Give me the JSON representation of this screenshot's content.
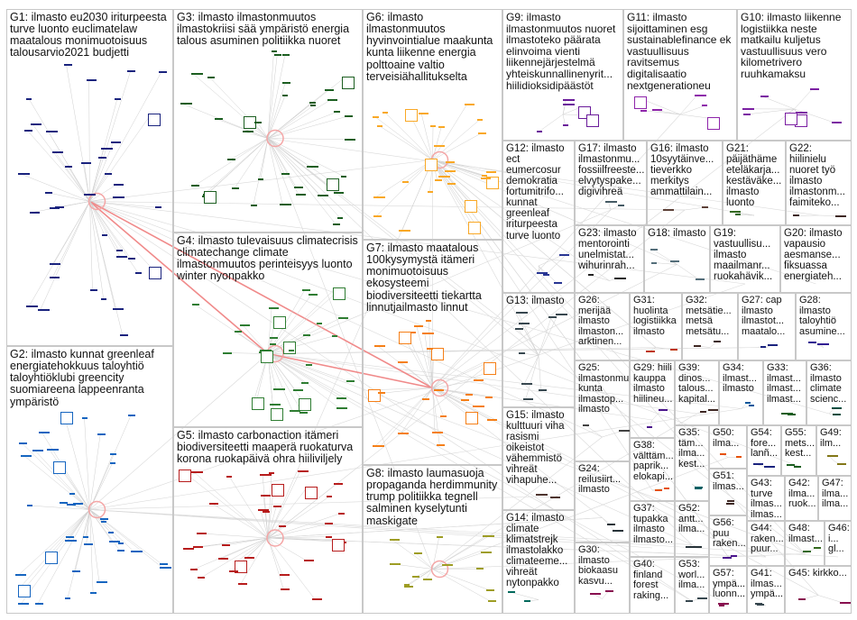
{
  "graph": {
    "groups": [
      {
        "id": "G1",
        "label": "G1: ilmasto eu2030 iriturpeesta turve luonto euclimatelaw maatalous monimuotoisuus talousarvio2021 budjetti",
        "color": "#1a237e"
      },
      {
        "id": "G2",
        "label": "G2: ilmasto kunnat greenleaf energiatehokkuus taloyhtiö taloyhtiöklubi greencity suomiareena lappeenranta ympäristö",
        "color": "#1565c0"
      },
      {
        "id": "G3",
        "label": "G3: ilmasto ilmastonmuutos ilmastokriisi sää ympäristö energia talous asuminen politiikka nuoret",
        "color": "#1b5e20"
      },
      {
        "id": "G4",
        "label": "G4: ilmasto tulevaisuus climatecrisis climatechange climate ilmastonmuutos perinteisyys luonto winter nyonpakko",
        "color": "#2e7d32"
      },
      {
        "id": "G5",
        "label": "G5: ilmasto carbonaction itämeri biodiversiteetti maaperä ruokaturva korona ruokapäivä ohra hiilivilje​ly",
        "color": "#b71c1c"
      },
      {
        "id": "G6",
        "label": "G6: ilmasto ilmastonmuutos hyvinvointialue maakunta kunta liikenne energia polttoaine valtio terveisiähallitukselta",
        "color": "#f9a825"
      },
      {
        "id": "G7",
        "label": "G7: ilmasto maatalous 100kysymystä itämeri monimuotoisuus ekosysteemi biodiversiteetti tiekartta linnutjailmasto linnut",
        "color": "#f57f17"
      },
      {
        "id": "G8",
        "label": "G8: ilmasto laumasuoja propaganda herdimmunity trump politiikka tegnell salminen kyselytunti maskigate",
        "color": "#9e9d24"
      },
      {
        "id": "G9",
        "label": "G9: ilmasto ilmastonmuutos nuoret ilmastoteko päärata elinvoima vienti liikennejärjestelmä yhteiskunnallinenyrit... hiilidioksidipäästöt",
        "color": "#6a1b9a"
      },
      {
        "id": "G10",
        "label": "G10: ilmasto liikenne logistiikka neste matkailu kuljetus vastuullisuus vero kilometrivero ruuhkamaksu",
        "color": "#7b1fa2"
      },
      {
        "id": "G11",
        "label": "G11: ilmasto sijoittaminen esg sustainablefinance ek vastuullisuus ravitsemus digitalisaatio nextgenerationeu",
        "color": "#8e24aa"
      },
      {
        "id": "G12",
        "label": "G12: ilmasto ect eumercosur demokratia fortumitrifo... kunnat greenleaf iriturpeesta turve luonto",
        "color": "#283593"
      },
      {
        "id": "G13",
        "label": "G13: ilmasto",
        "color": "#37474f"
      },
      {
        "id": "G14",
        "label": "G14: ilmasto climate klimatstrejk ilmastolakko climateeme... vihreät nytonpakko",
        "color": "#00695c"
      },
      {
        "id": "G15",
        "label": "G15: ilmasto kulttuuri viha rasismi oikeistot vähemmistö vihreät vihapuhe...",
        "color": "#4e342e"
      },
      {
        "id": "G16",
        "label": "G16: ilmasto 10syytäinve... tieverkko merkitys ammattilain...",
        "color": "#5d4037"
      },
      {
        "id": "G17",
        "label": "G17: ilmasto ilmastonmu... fossiilfreeste... elvytyspake... digivihreä",
        "color": "#455a64"
      },
      {
        "id": "G18",
        "label": "G18: ilmasto",
        "color": "#546e7a"
      },
      {
        "id": "G19",
        "label": "G19: vastuullisu... ilmasto maailmanr... ruokahävik...",
        "color": "#6d4c41"
      },
      {
        "id": "G20",
        "label": "G20: ilmasto vapausio aesmanse... fiksuassa energiateh...",
        "color": "#004d40"
      },
      {
        "id": "G21",
        "label": "G21: päijäthäme eteläkarja... kestäväke... ilmasto luonto",
        "color": "#33691e"
      },
      {
        "id": "G22",
        "label": "G22: hiilinielu nuoret työ ilmasto ilmastonm... faimiteko...",
        "color": "#3e2723"
      },
      {
        "id": "G23",
        "label": "G23: ilmasto mentorointi unelmistat... wihurinrah...",
        "color": "#212121"
      },
      {
        "id": "G24",
        "label": "G24: reilusiirt... ilmasto",
        "color": "#263238"
      },
      {
        "id": "G25",
        "label": "G25: ilmastonmu... kunta ilmastop... ilmasto",
        "color": "#424242"
      },
      {
        "id": "G26",
        "label": "G26: merijää ilmasto ilmaston... arktinen...",
        "color": "#0d47a1"
      },
      {
        "id": "G27",
        "label": "G27: cap ilmasto ilmastot... maatalo...",
        "color": "#1a237e"
      },
      {
        "id": "G28",
        "label": "G28: ilmasto taloyhtiö asumine...",
        "color": "#311b92"
      },
      {
        "id": "G29",
        "label": "G29: hiili kauppa ilmasto hiilineu...",
        "color": "#4a148c"
      },
      {
        "id": "G30",
        "label": "G30: ilmasto biokaasu kasvu...",
        "color": "#880e4f"
      },
      {
        "id": "G31",
        "label": "G31: huolinta logistiikka ilmasto",
        "color": "#bf360c"
      },
      {
        "id": "G32",
        "label": "G32: metsätie... metsä metsätu...",
        "color": "#3e2723"
      },
      {
        "id": "G33",
        "label": "G33: ilmast... ilmast... ilmast...",
        "color": "#1b5e20"
      },
      {
        "id": "G34",
        "label": "G34: ilmast... ilmasto",
        "color": "#01579b"
      },
      {
        "id": "G35",
        "label": "G35: täm... ilma... kest...",
        "color": "#006064"
      },
      {
        "id": "G36",
        "label": "G36: ilmasto climate scienc...",
        "color": "#004d40"
      },
      {
        "id": "G37",
        "label": "G37: tupakka ilmasto ilmasto...",
        "color": "#827717"
      },
      {
        "id": "G38",
        "label": "G38: välttäm... paprik... elokapi...",
        "color": "#e65100"
      },
      {
        "id": "G39",
        "label": "G39: dinos... talous... kapital...",
        "color": "#3e2723"
      },
      {
        "id": "G40",
        "label": "G40: finland forest raking...",
        "color": "#263238"
      },
      {
        "id": "G41",
        "label": "G41: ilmas... ympä...",
        "color": "#37474f"
      },
      {
        "id": "G42",
        "label": "G42: ilma... ruok...",
        "color": "#1a237e"
      },
      {
        "id": "G43",
        "label": "G43: turve ilmas... ilmas...",
        "color": "#1b5e20"
      },
      {
        "id": "G44",
        "label": "G44: raken... puur...",
        "color": "#4a148c"
      },
      {
        "id": "G45",
        "label": "G45: kirkko...",
        "color": "#880e4f"
      },
      {
        "id": "G46",
        "label": "G46: i... gl...",
        "color": "#01579b"
      },
      {
        "id": "G47",
        "label": "G47: ilma... ilma...",
        "color": "#004d40"
      },
      {
        "id": "G48",
        "label": "G48: ilmast...",
        "color": "#33691e"
      },
      {
        "id": "G49",
        "label": "G49: ilm...",
        "color": "#827717"
      },
      {
        "id": "G50",
        "label": "G50: ilma...",
        "color": "#e65100"
      },
      {
        "id": "G51",
        "label": "G51: ilmas...",
        "color": "#3e2723"
      },
      {
        "id": "G52",
        "label": "G52: antt... ilma...",
        "color": "#263238"
      },
      {
        "id": "G53",
        "label": "G53: worl... ilma...",
        "color": "#37474f"
      },
      {
        "id": "G54",
        "label": "G54: fore... lanñ...",
        "color": "#1a237e"
      },
      {
        "id": "G55",
        "label": "G55: mets... kest...",
        "color": "#1b5e20"
      },
      {
        "id": "G56",
        "label": "G56: puu raken...",
        "color": "#4a148c"
      },
      {
        "id": "G57",
        "label": "G57: ympä... luonn...",
        "color": "#880e4f"
      }
    ]
  }
}
